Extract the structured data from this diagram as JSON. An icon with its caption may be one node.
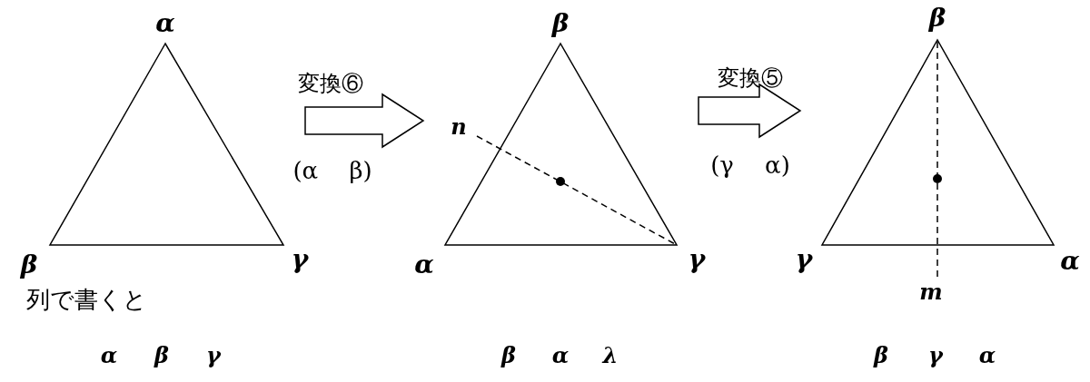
{
  "diagram": {
    "nodes": [
      {
        "text": [],
        "shape": "triangle",
        "beside": [
          "α",
          "β",
          "γ"
        ]
      },
      {
        "text": [],
        "shape": "triangle",
        "beside": [
          "β",
          "α",
          "γ"
        ]
      },
      {
        "text": [],
        "shape": "triangle",
        "beside": [
          "β",
          "γ",
          "α"
        ]
      }
    ],
    "edges": [
      {
        "from": 0,
        "to": 1,
        "arrow": "to",
        "label": "変換⑥"
      },
      {
        "from": 1,
        "to": 2,
        "arrow": "to",
        "label": "変換⑤"
      }
    ],
    "labels": [
      "(α β)",
      "n",
      "(γ α)",
      "m",
      "列で書くと",
      "α",
      "β",
      "γ",
      "β",
      "α",
      "λ",
      "β",
      "γ",
      "α"
    ]
  }
}
